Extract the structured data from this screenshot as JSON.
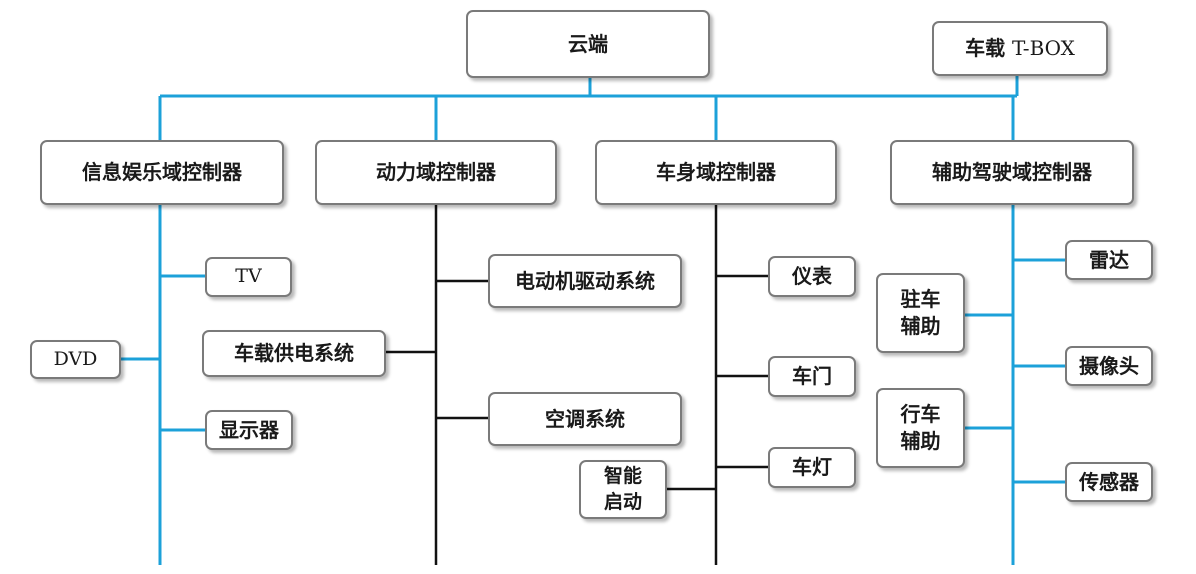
{
  "cloud": {
    "label": "云端"
  },
  "tbox": {
    "label_prefix": "车载",
    "label_suffix": "T-BOX"
  },
  "domains": {
    "infotainment": {
      "label": "信息娱乐域控制器",
      "items": {
        "tv": "TV",
        "dvd": "DVD",
        "display": "显示器"
      }
    },
    "powertrain": {
      "label": "动力域控制器",
      "items": {
        "motor_drive": "电动机驱动系统",
        "power_supply": "车载供电系统",
        "air_conditioning": "空调系统"
      }
    },
    "body": {
      "label": "车身域控制器",
      "items": {
        "instrument": "仪表",
        "door": "车门",
        "lights": "车灯",
        "smart_start": "智能\n启动"
      }
    },
    "adas": {
      "label": "辅助驾驶域控制器",
      "items": {
        "radar": "雷达",
        "parking_assist": "驻车\n辅助",
        "camera": "摄像头",
        "driving_assist": "行车\n辅助",
        "sensor": "传感器"
      }
    }
  },
  "colors": {
    "blue_line": "#1ca1d9",
    "black_line": "#111111",
    "border": "#7a7a7a"
  }
}
